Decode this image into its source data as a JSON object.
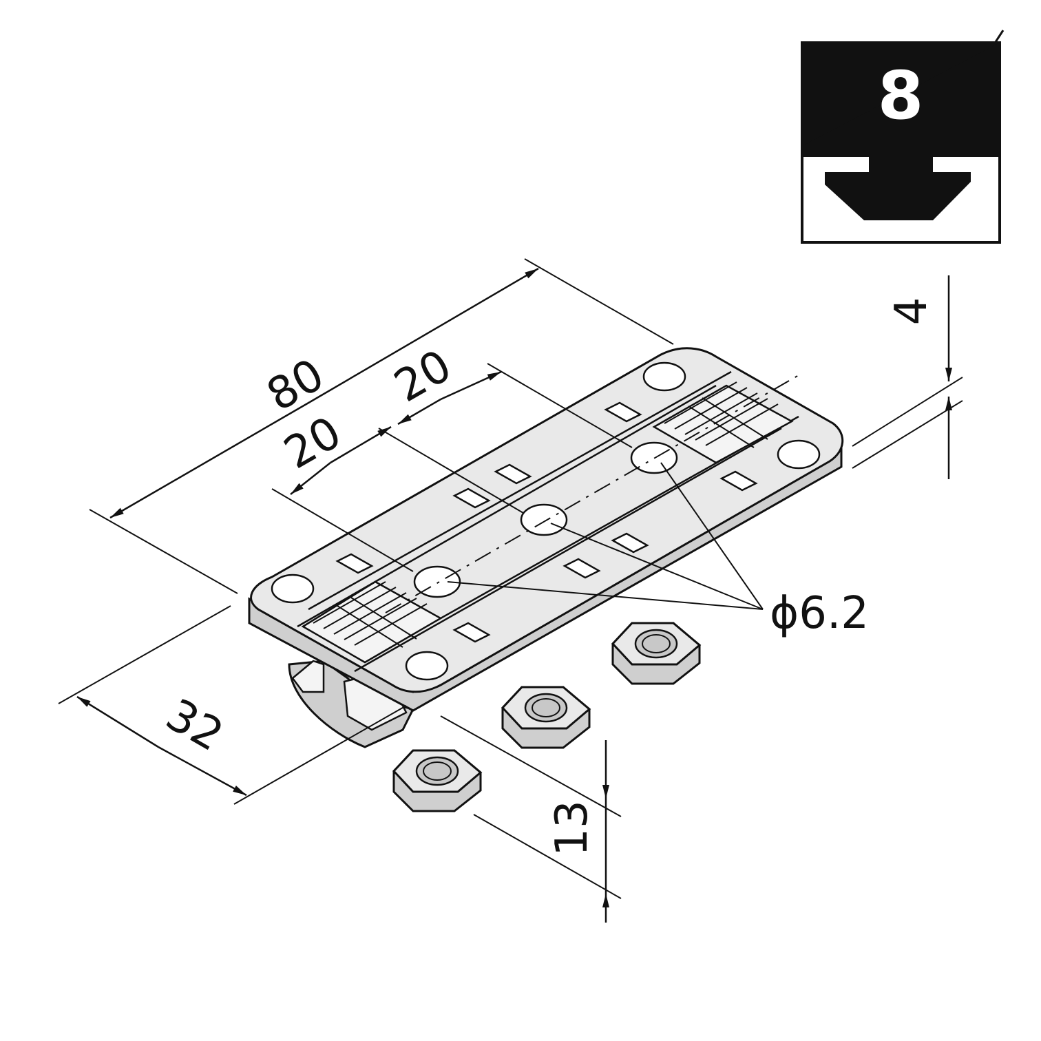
{
  "badge": {
    "size_label": "8",
    "colors": {
      "fill": "#111111",
      "text": "#ffffff",
      "background": "#ffffff"
    }
  },
  "dimensions": {
    "length": "80",
    "pitch_a": "20",
    "pitch_b": "20",
    "width": "32",
    "thickness": "4",
    "height": "13",
    "hole_diameter": "ϕ6.2"
  },
  "colors": {
    "line": "#111111",
    "part_fill": "#e9e9e9",
    "part_shade": "#cfcfcf"
  }
}
